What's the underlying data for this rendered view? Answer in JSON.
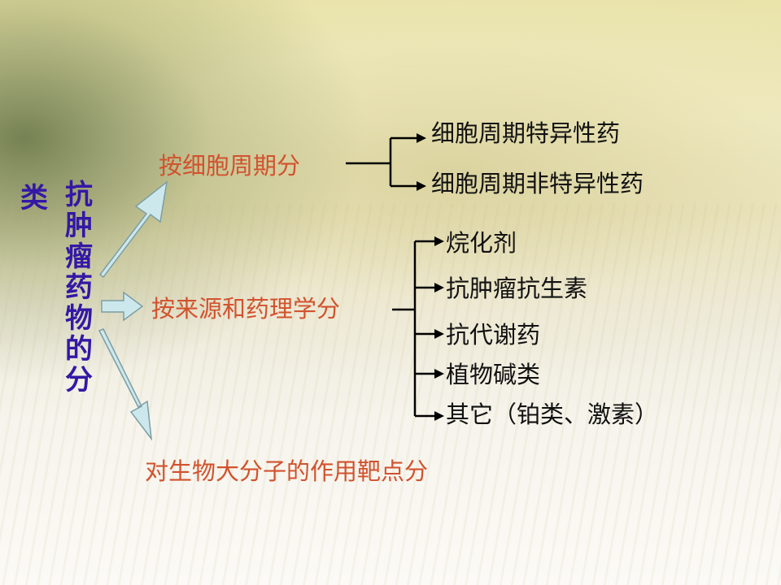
{
  "title": {
    "prefix": "类",
    "vertical_chars": [
      "抗",
      "肿",
      "瘤",
      "药",
      "物",
      "的",
      "分"
    ]
  },
  "branches": [
    {
      "label": "按细胞周期分",
      "children": [
        "细胞周期特异性药",
        "细胞周期非特异性药"
      ]
    },
    {
      "label": "按来源和药理学分",
      "children": [
        "烷化剂",
        "抗肿瘤抗生素",
        "抗代谢药",
        "植物碱类",
        "其它（铂类、激素）"
      ]
    },
    {
      "label": "对生物大分子的作用靶点分",
      "children": []
    }
  ],
  "colors": {
    "title": "#3318a6",
    "branch_label": "#d2522e",
    "leaf_label": "#111111",
    "arrow_fill": "#cde8ec",
    "arrow_stroke": "#7c9ea4"
  }
}
